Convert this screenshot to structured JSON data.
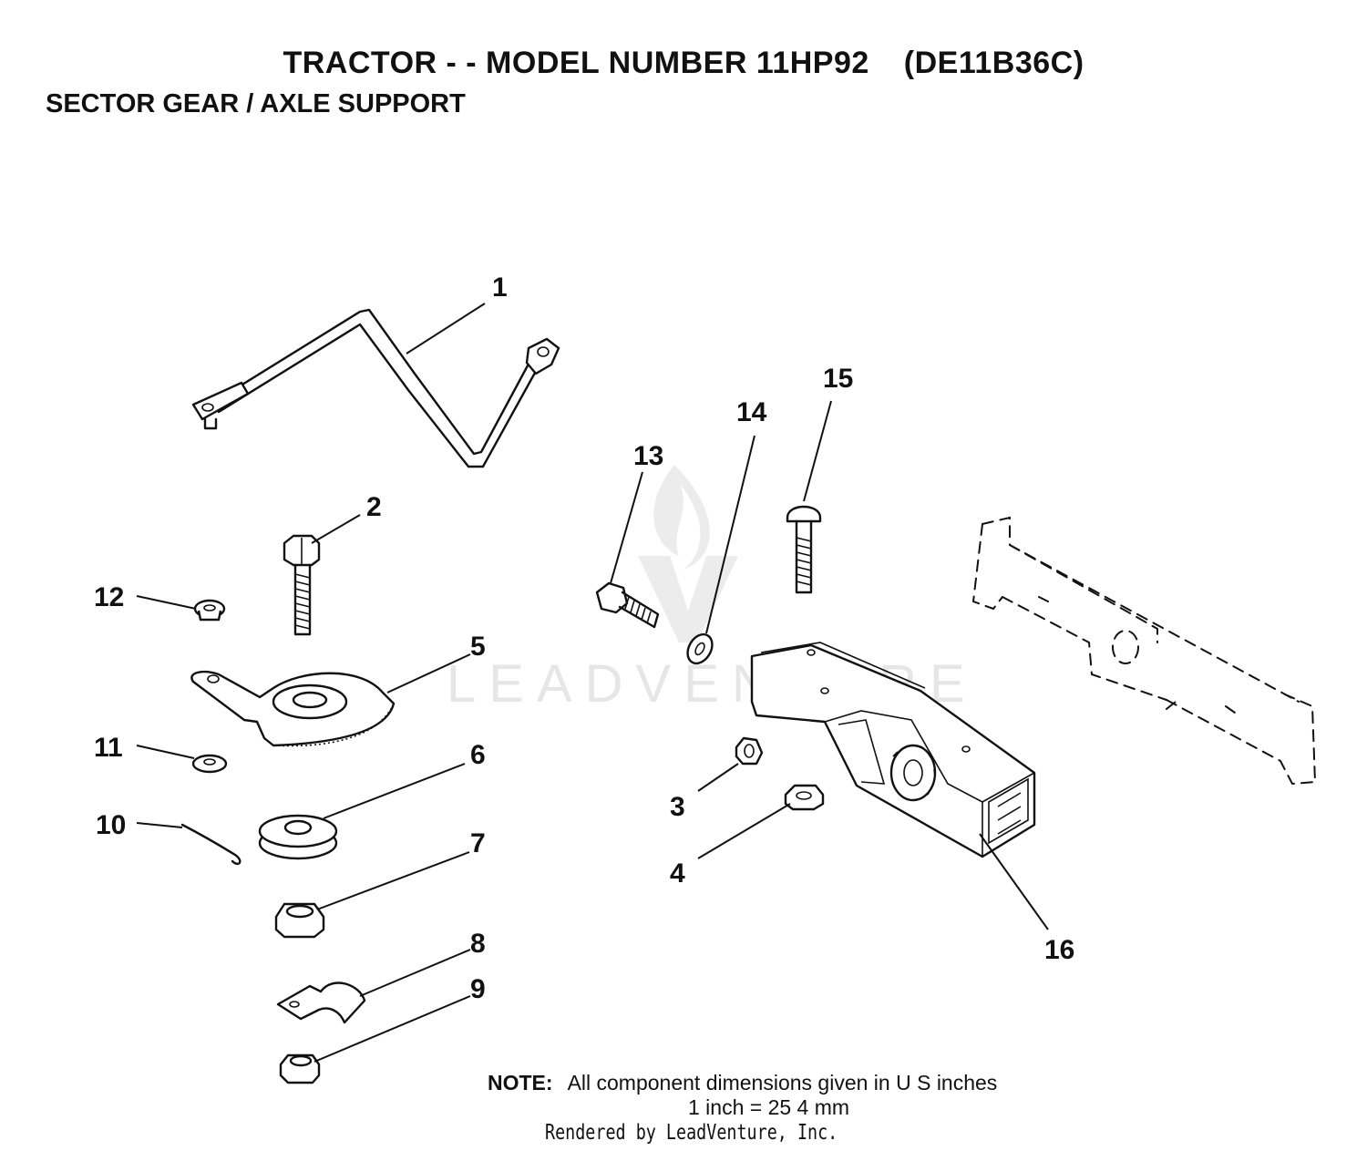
{
  "header": {
    "title_left": "TRACTOR - - MODEL NUMBER 11HP92",
    "title_right": "(DE11B36C)",
    "subtitle": "SECTOR GEAR / AXLE SUPPORT"
  },
  "callouts": {
    "c1": "1",
    "c2": "2",
    "c3": "3",
    "c4": "4",
    "c5": "5",
    "c6": "6",
    "c7": "7",
    "c8": "8",
    "c9": "9",
    "c10": "10",
    "c11": "11",
    "c12": "12",
    "c13": "13",
    "c14": "14",
    "c15": "15",
    "c16": "16"
  },
  "watermark": "LEADVENTURE",
  "note": {
    "label": "NOTE:",
    "text": "All component dimensions given in U S  inches",
    "conversion": "1 inch = 25 4 mm"
  },
  "footer": "Rendered by LeadVenture, Inc."
}
